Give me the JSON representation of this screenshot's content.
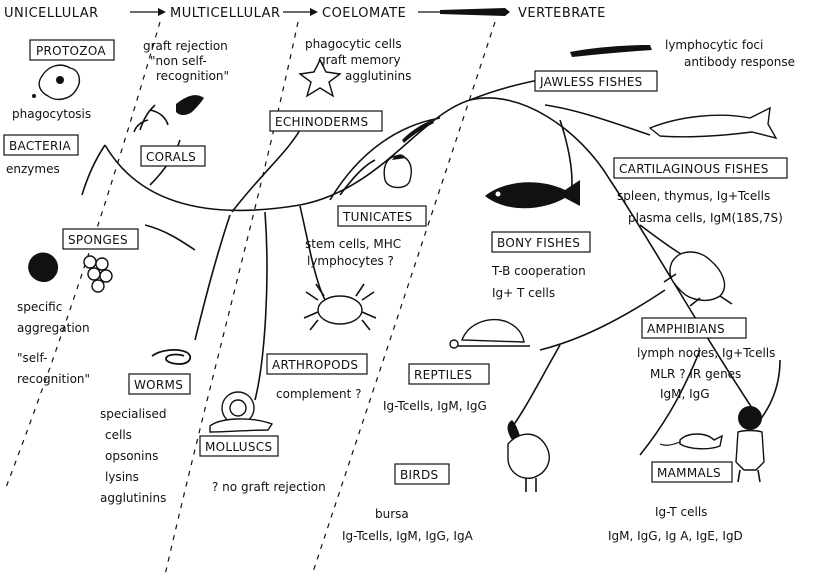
{
  "stages": [
    "UNICELLULAR",
    "MULTICELLULAR",
    "COELOMATE",
    "VERTEBRATE"
  ],
  "groups": {
    "protozoa": "PROTOZOA",
    "bacteria": "BACTERIA",
    "corals": "CORALS",
    "sponges": "SPONGES",
    "worms": "WORMS",
    "molluscs": "MOLLUSCS",
    "echinoderms": "ECHINODERMS",
    "tunicates": "TUNICATES",
    "arthropods": "ARTHROPODS",
    "jawless_fishes": "JAWLESS FISHES",
    "cartilaginous_fishes": "CARTILAGINOUS FISHES",
    "bony_fishes": "BONY FISHES",
    "amphibians": "AMPHIBIANS",
    "reptiles": "REPTILES",
    "birds": "BIRDS",
    "mammals": "MAMMALS"
  },
  "notes": {
    "phagocytosis": "phagocytosis",
    "enzymes": "enzymes",
    "graft_rejection": [
      "graft rejection",
      "\"non self-",
      "recognition\""
    ],
    "sponges": [
      "specific",
      "aggregation",
      "\"self-",
      "recognition\""
    ],
    "worms_molluscs": [
      "specialised",
      "cells",
      "opsonins",
      "lysins",
      "agglutinins"
    ],
    "no_graft_rejection": "? no graft rejection",
    "echinoderms": [
      "phagocytic  cells",
      "graft  memory",
      "agglutinins"
    ],
    "tunicates": [
      "stem cells, MHC",
      "lymphocytes ?"
    ],
    "arthropods": "complement ?",
    "jawless": [
      "lymphocytic  foci",
      "antibody response"
    ],
    "cartilaginous": [
      "spleen,  thymus,  Ig+Tcells",
      "plasma cells,  IgM(18S,7S)"
    ],
    "bony": [
      "T-B cooperation",
      "Ig+ T cells"
    ],
    "amphibians": [
      "lymph nodes,  Ig+Tcells",
      "MLR    ? IR genes",
      "IgM,  IgG"
    ],
    "reptiles": "Ig-Tcells,  IgM, IgG",
    "birds": [
      "bursa",
      "Ig-Tcells,  IgM, IgG, IgA"
    ],
    "mammals": [
      "Ig-T cells",
      "IgM,  IgG,  Ig A,  IgE,  IgD"
    ]
  }
}
